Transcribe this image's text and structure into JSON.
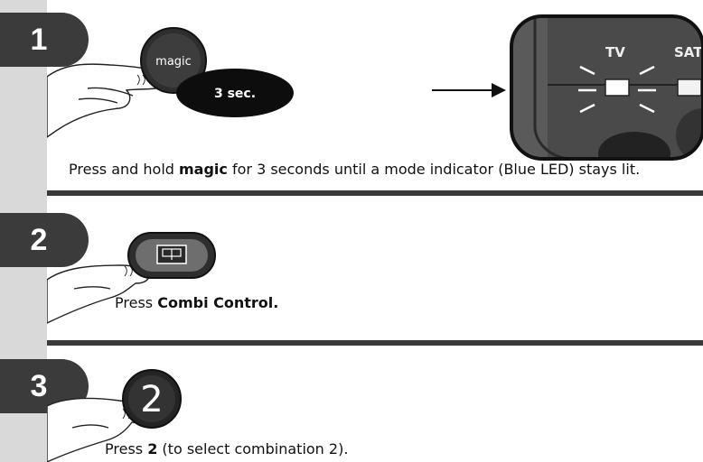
{
  "steps": [
    {
      "number": "1",
      "magic_button_label": "magic",
      "duration_label": "3 sec.",
      "led_labels": [
        "TV",
        "SAT"
      ],
      "caption_pre": "Press and hold ",
      "caption_bold": "magic",
      "caption_post": " for 3 seconds until a mode indicator (Blue LED) stays lit."
    },
    {
      "number": "2",
      "caption_pre": "Press ",
      "caption_bold": "Combi Control.",
      "caption_post": ""
    },
    {
      "number": "3",
      "digit_button_label": "2",
      "caption_pre": "Press ",
      "caption_bold": "2",
      "caption_post": " (to select combination 2)."
    }
  ],
  "colors": {
    "sidebar": "#d9d9d9",
    "tab": "#3b3b3b",
    "divider": "#3a3a3a",
    "led_lit": "#ffffff"
  },
  "icons": [
    "hand-pointer-icon",
    "magic-button-icon",
    "combi-control-button-icon",
    "digit-button-icon",
    "arrow-right-icon",
    "remote-led-zoom-icon"
  ]
}
